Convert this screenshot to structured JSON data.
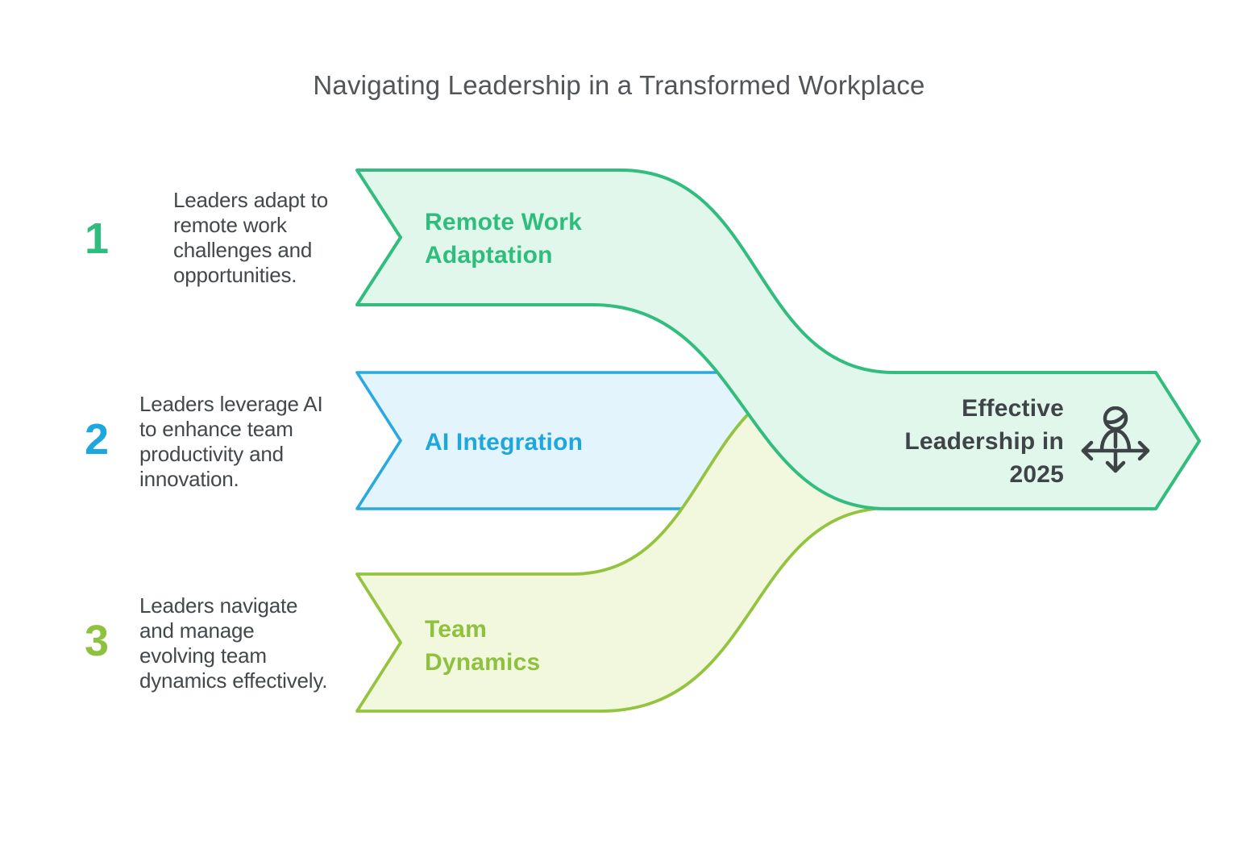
{
  "title": "Navigating Leadership in a Transformed Workplace",
  "title_color": "#515558",
  "background": "#ffffff",
  "text_color": "#43484b",
  "steps": [
    {
      "number": "1",
      "description": "Leaders adapt to remote work challenges and opportunities.",
      "label": "Remote Work Adaptation",
      "accent_color": "#2ebd7c",
      "band_fill": "#e2f7ec",
      "band_border": "#32bd7e"
    },
    {
      "number": "2",
      "description": "Leaders leverage AI to enhance team productivity and innovation.",
      "label": "AI Integration",
      "accent_color": "#1ea7de",
      "band_fill": "#e4f4fc",
      "band_border": "#2aa9e1"
    },
    {
      "number": "3",
      "description": "Leaders navigate and manage evolving team dynamics effectively.",
      "label": "Team Dynamics",
      "accent_color": "#8ec13d",
      "band_fill": "#f1f8dd",
      "band_border": "#94c43f"
    }
  ],
  "outcome": {
    "label": "Effective Leadership in 2025",
    "icon": "person-direction-arrows-icon",
    "text_color": "#3f4448",
    "fill": "#e2f7ec",
    "border": "#32bd7e",
    "icon_color": "#3e4347"
  }
}
